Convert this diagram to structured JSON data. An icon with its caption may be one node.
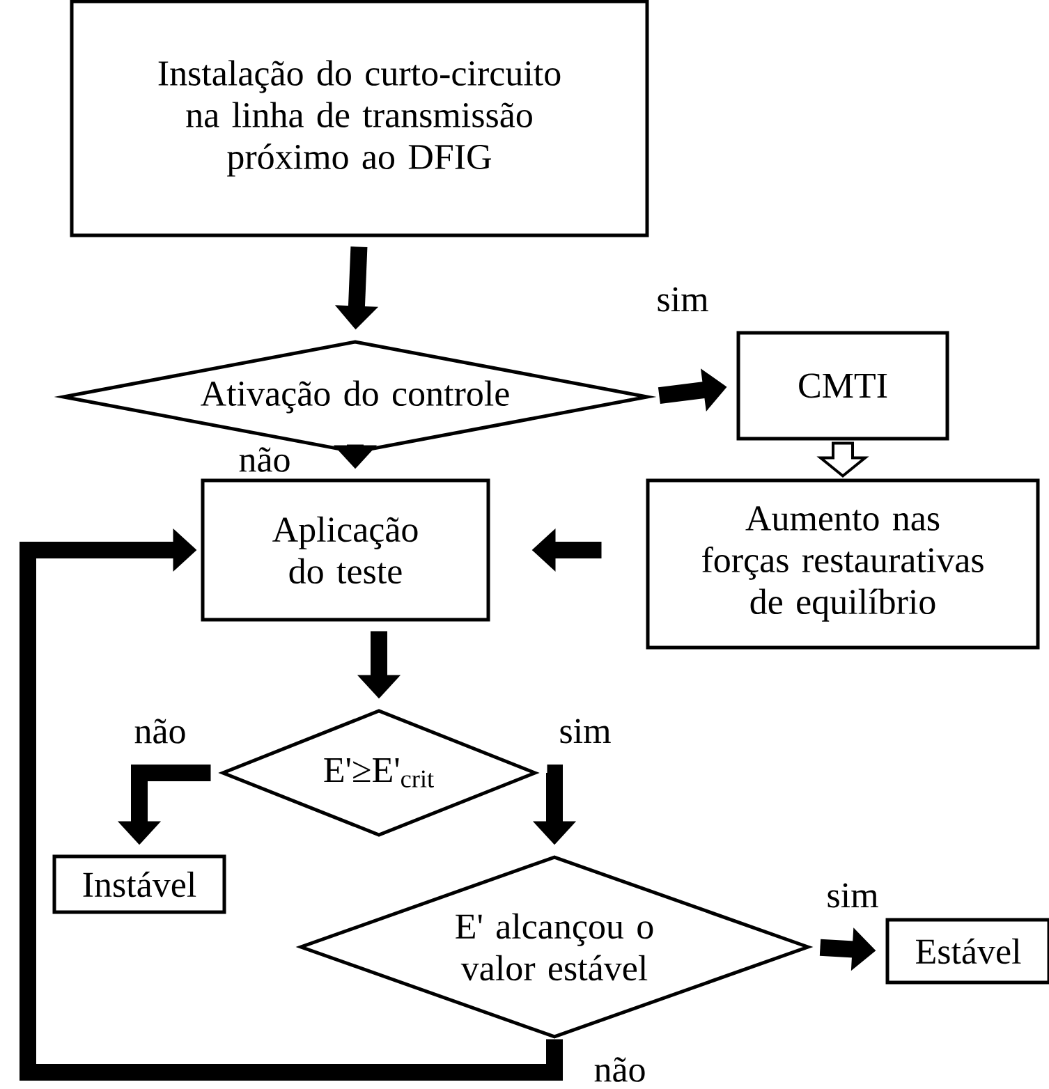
{
  "diagram": {
    "nodes": [
      {
        "text": [
          "Instalação do curto-circuito na linha de transmissão próximo ao DFIG"
        ]
      },
      {
        "text": [
          "Ativação do controle"
        ]
      },
      {
        "text": [
          "CMTI"
        ]
      },
      {
        "text": [
          "Aumento nas forças restaurativas de equilíbrio"
        ]
      },
      {
        "text": [
          "Aplicação do teste"
        ]
      },
      {
        "text": [
          "E'≥E'$_{crit}$"
        ]
      },
      {
        "text": [
          "Instável"
        ]
      },
      {
        "text": [
          "E' alcançou o valor estável"
        ]
      },
      {
        "text": [
          "Estável"
        ]
      }
    ],
    "edges": [
      {
        "from": 0,
        "to": 1,
        "arrow": "to"
      },
      {
        "from": 1,
        "to": 2,
        "arrow": "to",
        "label": "sim"
      },
      {
        "from": 1,
        "to": 4,
        "arrow": "to",
        "label": "não"
      },
      {
        "from": 2,
        "to": 3,
        "arrow": "to",
        "color": "#ffffff"
      },
      {
        "from": 3,
        "to": 4,
        "arrow": "to"
      },
      {
        "from": 4,
        "to": 5,
        "arrow": "to"
      },
      {
        "from": 5,
        "to": 6,
        "arrow": "to",
        "label": "não"
      },
      {
        "from": 5,
        "to": 7,
        "arrow": "to",
        "label": "sim"
      },
      {
        "from": 7,
        "to": 8,
        "arrow": "to",
        "label": "sim"
      },
      {
        "from": 7,
        "to": 4,
        "arrow": "to",
        "label": "não"
      }
    ]
  }
}
